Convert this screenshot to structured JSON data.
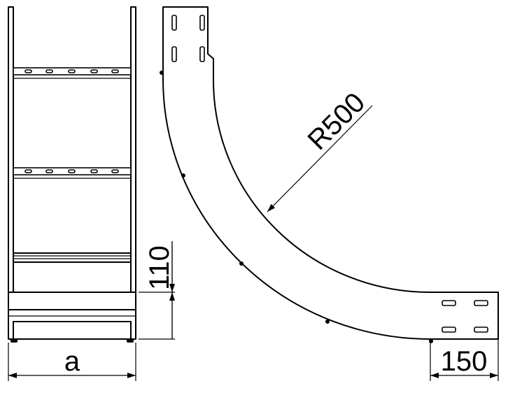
{
  "drawing": {
    "radius_label": "R500",
    "height_label": "110",
    "width_label": "a",
    "flange_label": "150"
  }
}
